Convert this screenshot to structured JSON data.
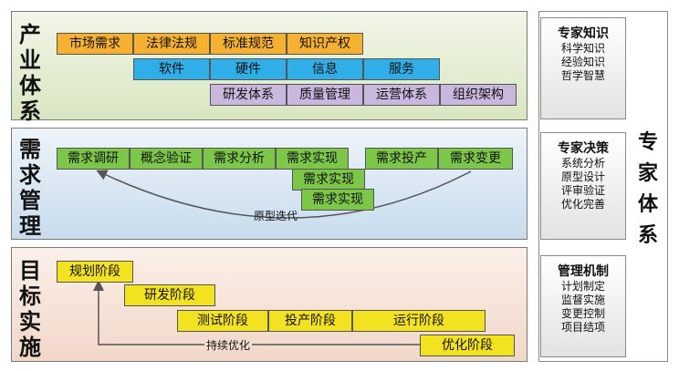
{
  "industry": {
    "title_chars": [
      "产",
      "业",
      "体",
      "系"
    ],
    "row1": [
      "市场需求",
      "法律法规",
      "标准规范",
      "知识产权"
    ],
    "row2": [
      "软件",
      "硬件",
      "信息",
      "服务"
    ],
    "row3": [
      "研发体系",
      "质量管理",
      "运营体系",
      "组织架构"
    ]
  },
  "demand": {
    "title_chars": [
      "需",
      "求",
      "管",
      "理"
    ],
    "row1": [
      "需求调研",
      "概念验证",
      "需求分析",
      "需求实现",
      "需求投产",
      "需求变更"
    ],
    "stack": [
      "需求实现",
      "需求实现"
    ],
    "loop_label": "原型迭代"
  },
  "target": {
    "title_chars": [
      "目",
      "标",
      "实",
      "施"
    ],
    "stages": [
      "规划阶段",
      "研发阶段",
      "测试阶段",
      "投产阶段",
      "运行阶段",
      "优化阶段"
    ],
    "loop_label": "持续优化"
  },
  "expert": {
    "title_chars": [
      "专",
      "家",
      "体",
      "系"
    ],
    "knowledge": {
      "title": "专家知识",
      "items": [
        "科学知识",
        "经验知识",
        "哲学智慧"
      ]
    },
    "decision": {
      "title": "专家决策",
      "items": [
        "系统分析",
        "原型设计",
        "评审验证",
        "优化完善"
      ]
    },
    "mechanism": {
      "title": "管理机制",
      "items": [
        "计划制定",
        "监督实施",
        "变更控制",
        "项目结项"
      ]
    }
  },
  "colors": {
    "orange": "#f5b12f",
    "blue": "#2faee8",
    "purple": "#c9b7de",
    "green": "#7cc648",
    "yellow": "#f2e21f"
  }
}
